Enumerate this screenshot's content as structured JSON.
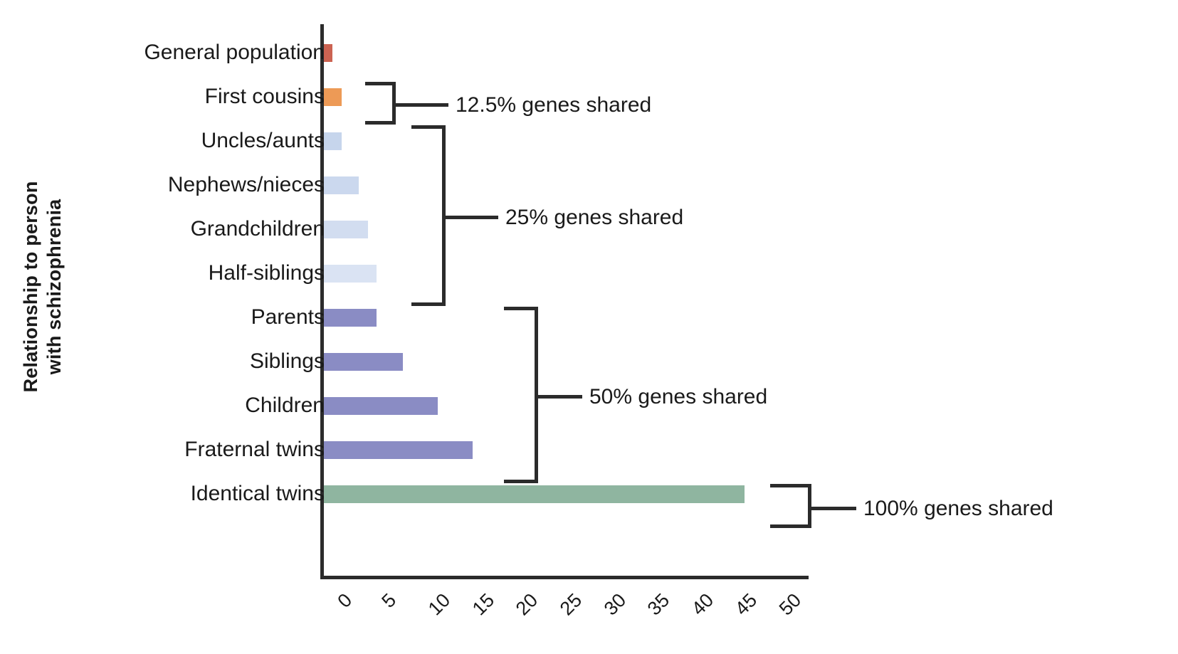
{
  "chart_data": {
    "type": "bar",
    "orientation": "horizontal",
    "title": "",
    "xlabel": "",
    "ylabel": "Relationship to person with schizophrenia",
    "ylabel_lines": [
      "Relationship to person",
      "with schizophrenia"
    ],
    "xlim": [
      0,
      55.6
    ],
    "xticks": [
      0,
      5,
      10,
      15,
      20,
      25,
      30,
      35,
      40,
      45,
      50
    ],
    "xticklabels": [
      "0",
      "5",
      "10",
      "15",
      "20",
      "25",
      "30",
      "35",
      "40",
      "45",
      "50"
    ],
    "grid": false,
    "legend": "none",
    "categories": [
      "General population",
      "First cousins",
      "Uncles/aunts",
      "Nephews/nieces",
      "Grandchildren",
      "Half-siblings",
      "Parents",
      "Siblings",
      "Children",
      "Fraternal twins",
      "Identical twins"
    ],
    "values": [
      1,
      2,
      2,
      4,
      5,
      6,
      6,
      9,
      13,
      17,
      48
    ],
    "bar_colors": [
      "#CC6352",
      "#ED9A56",
      "#C6D5EC",
      "#CBD8EE",
      "#D2DDF0",
      "#DAE3F3",
      "#8A8CC4",
      "#8A8CC4",
      "#8A8CC4",
      "#8A8CC4",
      "#8FB5A0"
    ],
    "annotations": [
      {
        "text": "12.5% genes shared",
        "covers": [
          "First cousins"
        ]
      },
      {
        "text": "25% genes shared",
        "covers": [
          "Uncles/aunts",
          "Nephews/nieces",
          "Grandchildren",
          "Half-siblings"
        ]
      },
      {
        "text": "50% genes shared",
        "covers": [
          "Parents",
          "Siblings",
          "Children",
          "Fraternal twins"
        ]
      },
      {
        "text": "100% genes shared",
        "covers": [
          "Identical twins"
        ]
      }
    ]
  },
  "colors": {
    "axis": "#2b2b2b",
    "text": "#1a1a1a",
    "background": "#ffffff"
  }
}
